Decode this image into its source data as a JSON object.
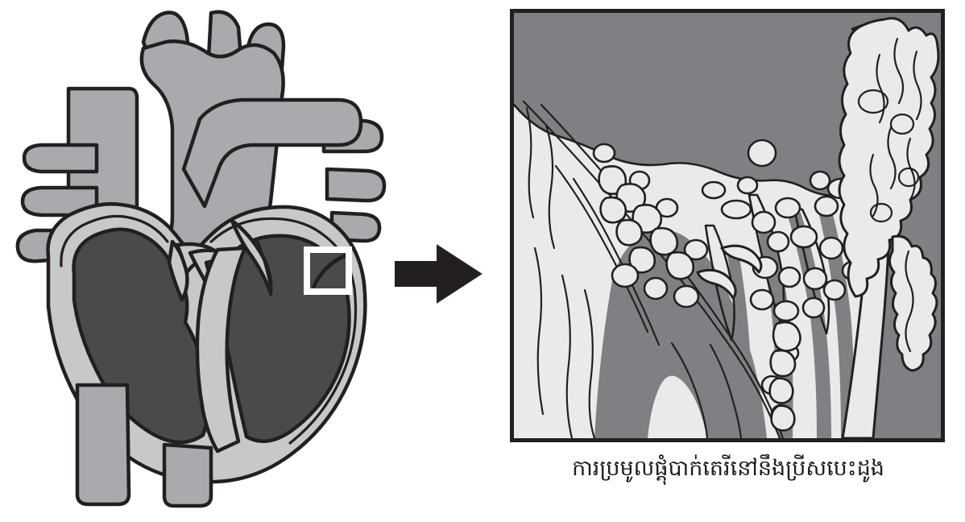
{
  "figure": {
    "type": "medical-illustration",
    "subject": "heart-cross-section-with-valve-vegetation-detail",
    "caption": "ការប្រមូលផ្តុំបាក់តេរីនៅនឹងប្រីសបេះដូង",
    "caption_language": "Khmer",
    "panels": [
      {
        "id": "heart-overview",
        "name": "heart-cross-section",
        "description": "Coronal cross-section of the heart showing chambers, valves and great vessels",
        "callout_box": {
          "name": "valve-callout-box",
          "border_color": "#ffffff",
          "position_note": "on the left ventricle wall near the aortic valve leaflet"
        }
      },
      {
        "id": "valve-detail",
        "name": "magnified-valve-detail",
        "description": "Magnified view of a heart valve leaflet with clusters of bacteria (vegetation) attached"
      }
    ],
    "arrow": {
      "name": "magnify-arrow",
      "direction": "right",
      "color": "#231f20"
    },
    "colors": {
      "outline": "#231f20",
      "vessel_gray": "#a8aaad",
      "myocardium_light": "#c7c8ca",
      "chamber_dark": "#4a4a4d",
      "inset_background_gray": "#7e8083",
      "tissue_light": "#e9eaea",
      "callout_border": "#ffffff",
      "page_background": "#ffffff",
      "caption_color": "#1c1c1c"
    }
  }
}
